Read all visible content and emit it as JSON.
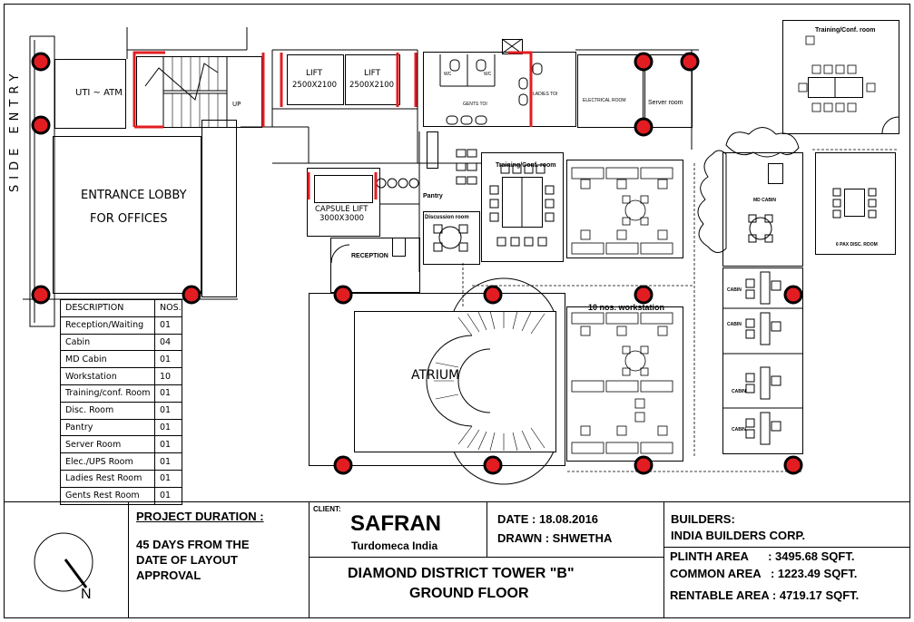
{
  "rooms": {
    "uti_atm": "UTI ~ ATM",
    "side_entry": "SIDE ENTRY",
    "lobby_line1": "ENTRANCE LOBBY",
    "lobby_line2": "FOR OFFICES",
    "up": "UP",
    "lift": "LIFT",
    "lift_size": "2500X2100",
    "capsule_lift": "CAPSULE LIFT",
    "capsule_size": "3000X3000",
    "wc": "WC",
    "gents_toilet": "GENTS TOI",
    "ladies_toilet": "LADIES TOI",
    "electrical_room": "ELECTRICAL ROOM",
    "server_room": "Server room",
    "training_room": "Training/Conf. room",
    "training_room_inset": "Training/Conf. room",
    "pantry": "Pantry",
    "discussion_room": "Discussion room",
    "reception": "RECEPTION",
    "atrium": "ATRIUM",
    "workstation_label": "10 nos. workstation",
    "md_cabin": "MD CABIN",
    "disc_room_6pax": "6 PAX DISC. ROOM",
    "cabin": "CABIN"
  },
  "schedule": {
    "header": [
      "DESCRIPTION",
      "NOS."
    ],
    "rows": [
      [
        "Reception/Waiting",
        "01"
      ],
      [
        "Cabin",
        "04"
      ],
      [
        "MD Cabin",
        "01"
      ],
      [
        "Workstation",
        "10"
      ],
      [
        "Training/conf. Room",
        "01"
      ],
      [
        "Disc. Room",
        "01"
      ],
      [
        "Pantry",
        "01"
      ],
      [
        "Server Room",
        "01"
      ],
      [
        "Elec./UPS Room",
        "01"
      ],
      [
        "Ladies Rest Room",
        "01"
      ],
      [
        "Gents Rest Room",
        "01"
      ]
    ]
  },
  "title_block": {
    "north": "N",
    "project_duration_label": "PROJECT DURATION :",
    "project_duration_line1": "45 DAYS FROM THE",
    "project_duration_line2": "DATE OF LAYOUT",
    "project_duration_line3": "APPROVAL",
    "client_label": "CLIENT:",
    "client_name": "SAFRAN",
    "client_sub": "Turdomeca India",
    "date": "DATE : 18.08.2016",
    "drawn": "DRAWN : SHWETHA",
    "project_line1": "DIAMOND DISTRICT TOWER \"B\"",
    "project_line2": "GROUND FLOOR",
    "builders_label": "BUILDERS:",
    "builders_name": "INDIA BUILDERS CORP.",
    "plinth_area": "PLINTH AREA      : 3495.68 SQFT.",
    "common_area": "COMMON AREA   : 1223.49 SQFT.",
    "rentable_area": "RENTABLE AREA : 4719.17 SQFT."
  },
  "colors": {
    "column_fill": "#e21d22",
    "highlight_wall": "#e21d22",
    "line": "#000000"
  }
}
